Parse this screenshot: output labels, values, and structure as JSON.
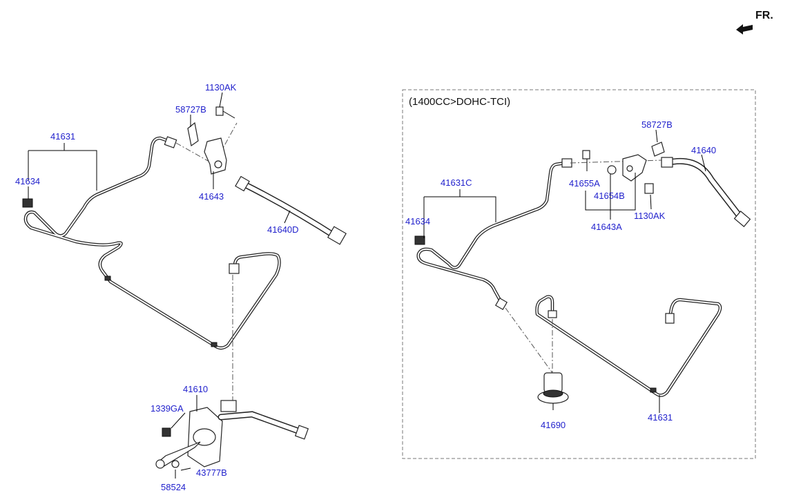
{
  "header": {
    "direction_label": "FR.",
    "direction_icon": "arrow-left-icon"
  },
  "variant_box": {
    "label": "(1400CC>DOHC-TCI)"
  },
  "left_assembly": {
    "labels": {
      "bolt_top": "1130AK",
      "clip_top": "58727B",
      "pipe_assembly": "41631",
      "clip_left": "41634",
      "bracket": "41643",
      "hose": "41640D",
      "master_cylinder": "41610",
      "nut": "1339GA",
      "pin": "43777B",
      "washer": "58524"
    }
  },
  "right_assembly": {
    "labels": {
      "clip_top": "58727B",
      "hose": "41640",
      "pipe_assembly": "41631C",
      "clip_left": "41634",
      "union": "41655A",
      "bushing": "41654B",
      "bolt": "1130AK",
      "bracket": "41643A",
      "damper": "41690",
      "pipe": "41631"
    }
  }
}
